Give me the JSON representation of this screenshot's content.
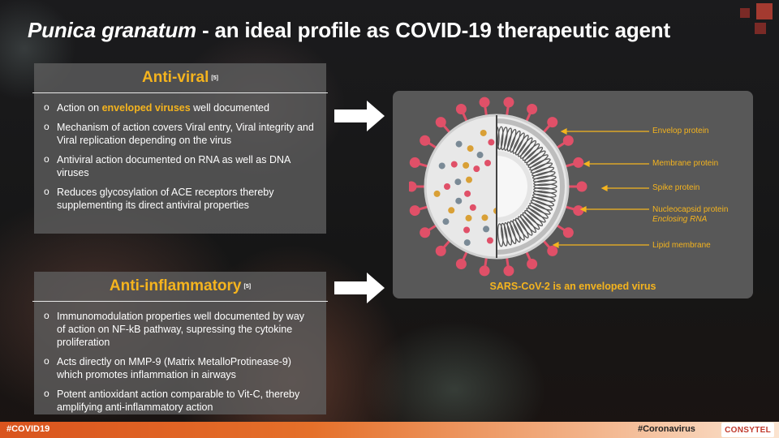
{
  "title": {
    "italic": "Punica granatum",
    "rest": " - an ideal profile as COVID-19 therapeutic agent"
  },
  "antiviral": {
    "heading": "Anti-viral",
    "ref": "[5]",
    "bullet": "o",
    "items": [
      {
        "pre": "Action on ",
        "highlight": "enveloped viruses",
        "post": " well documented"
      },
      {
        "text": "Mechanism of action covers Viral entry, Viral integrity and Viral replication depending on the virus"
      },
      {
        "text": "Antiviral action documented on RNA as well as DNA viruses"
      },
      {
        "text": "Reduces glycosylation of ACE receptors thereby supplementing its direct antiviral properties"
      }
    ]
  },
  "antiinflammatory": {
    "heading": "Anti-inflammatory",
    "ref": "[5]",
    "items": [
      {
        "text": "Immunomodulation properties well documented by way of action on NF-kB pathway, supressing the cytokine proliferation"
      },
      {
        "text": "Acts directly on MMP-9 (Matrix MetalloProtinease-9) which promotes inflammation in airways"
      },
      {
        "text": "Potent antioxidant action comparable to Vit-C, thereby amplifying anti-inflammatory action"
      }
    ]
  },
  "virus": {
    "labels": {
      "envelop": "Envelop protein",
      "membrane": "Membrane protein",
      "spike": "Spike protein",
      "nucleocapsid": "Nucleocapsid protein",
      "enclosing": "Enclosing RNA",
      "lipid": "Lipid membrane"
    },
    "caption": "SARS-CoV-2  is an enveloped virus"
  },
  "footer": {
    "left": "#COVID19",
    "right": "#Coronavirus",
    "logo": "CONSYTEL"
  },
  "colors": {
    "accent": "#f5b41e",
    "spike": "#e05068",
    "footer_start": "#d9541e"
  }
}
